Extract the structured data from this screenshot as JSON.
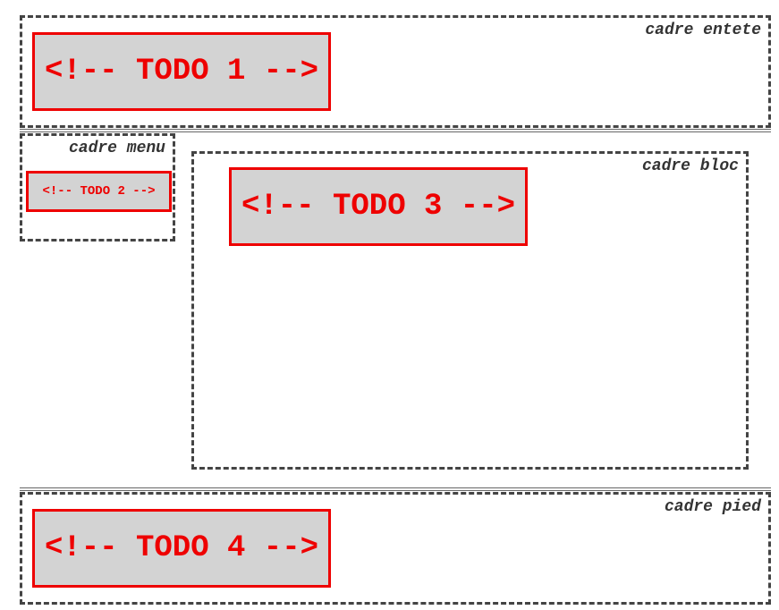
{
  "header": {
    "label": "cadre entete",
    "todo": "<!-- TODO 1 -->"
  },
  "menu": {
    "label": "cadre menu",
    "todo": "<!-- TODO 2 -->"
  },
  "bloc": {
    "label": "cadre bloc",
    "todo": "<!-- TODO 3 -->"
  },
  "footer": {
    "label": "cadre pied",
    "todo": "<!-- TODO 4 -->"
  },
  "colors": {
    "frame_border": "#444444",
    "todo_border": "#ee0000",
    "todo_fill": "#d3d3d3",
    "todo_text": "#ee0000",
    "label_text": "#333333"
  }
}
